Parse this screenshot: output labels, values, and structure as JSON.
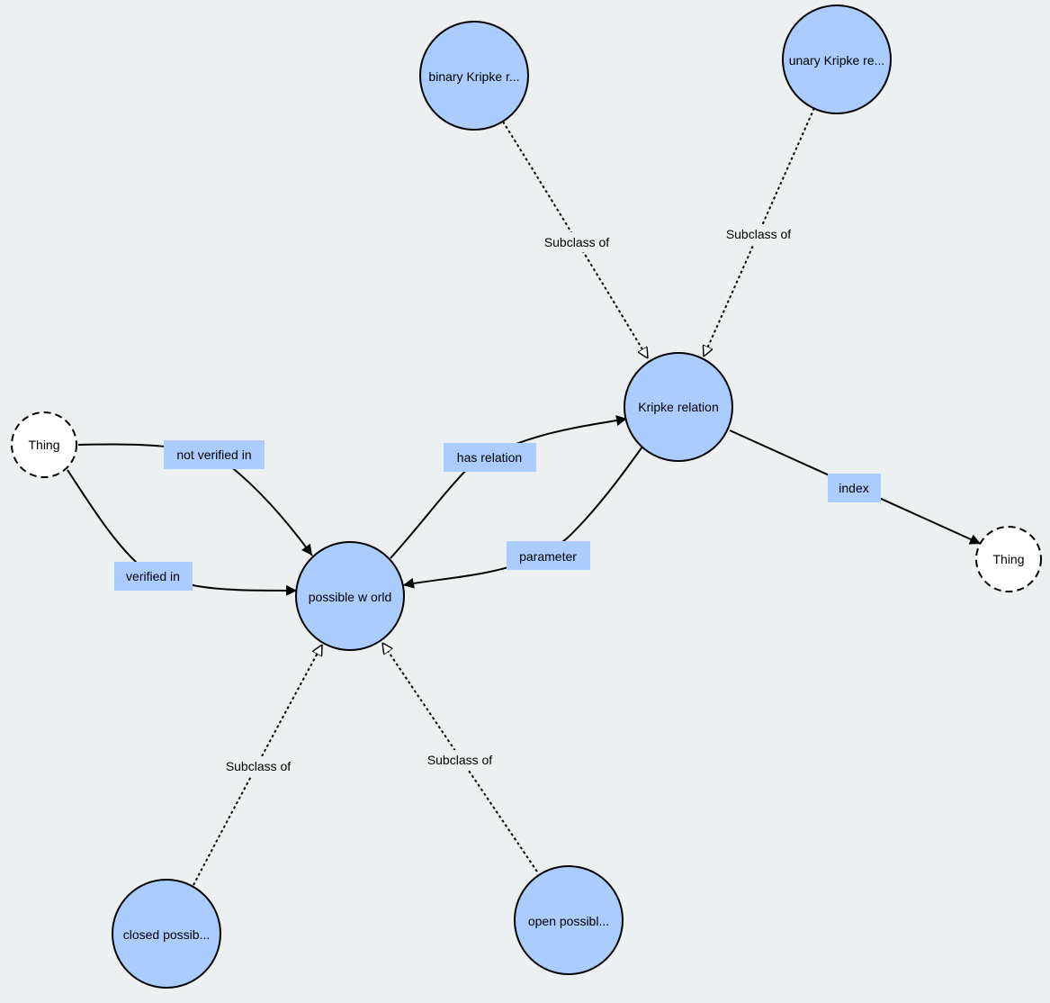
{
  "colors": {
    "background": "#ecf0f1",
    "class_fill": "#aaccff",
    "thing_fill": "#ffffff",
    "property_label_bg": "#aaccff",
    "stroke": "#000000"
  },
  "nodes": [
    {
      "id": "binary",
      "label": "binary Kripke r...",
      "kind": "class"
    },
    {
      "id": "unary",
      "label": "unary Kripke re...",
      "kind": "class"
    },
    {
      "id": "kripke",
      "label": "Kripke relation",
      "kind": "class"
    },
    {
      "id": "thing_left",
      "label": "Thing",
      "kind": "thing"
    },
    {
      "id": "thing_right",
      "label": "Thing",
      "kind": "thing"
    },
    {
      "id": "world",
      "label": "possible w orld",
      "kind": "class"
    },
    {
      "id": "closed",
      "label": "closed possib...",
      "kind": "class"
    },
    {
      "id": "open",
      "label": "open possibl...",
      "kind": "class"
    }
  ],
  "edges": [
    {
      "id": "sub-binary",
      "from": "binary",
      "to": "kripke",
      "label": "Subclass of",
      "kind": "subclass"
    },
    {
      "id": "sub-unary",
      "from": "unary",
      "to": "kripke",
      "label": "Subclass of",
      "kind": "subclass"
    },
    {
      "id": "sub-closed",
      "from": "closed",
      "to": "world",
      "label": "Subclass of",
      "kind": "subclass"
    },
    {
      "id": "sub-open",
      "from": "open",
      "to": "world",
      "label": "Subclass of",
      "kind": "subclass"
    },
    {
      "id": "not-verified-in",
      "from": "thing_left",
      "to": "world",
      "label": "not verified in",
      "kind": "property"
    },
    {
      "id": "verified-in",
      "from": "thing_left",
      "to": "world",
      "label": "verified in",
      "kind": "property"
    },
    {
      "id": "has-relation",
      "from": "world",
      "to": "kripke",
      "label": "has relation",
      "kind": "property"
    },
    {
      "id": "parameter",
      "from": "kripke",
      "to": "world",
      "label": "parameter",
      "kind": "property"
    },
    {
      "id": "index",
      "from": "kripke",
      "to": "thing_right",
      "label": "index",
      "kind": "property"
    }
  ]
}
